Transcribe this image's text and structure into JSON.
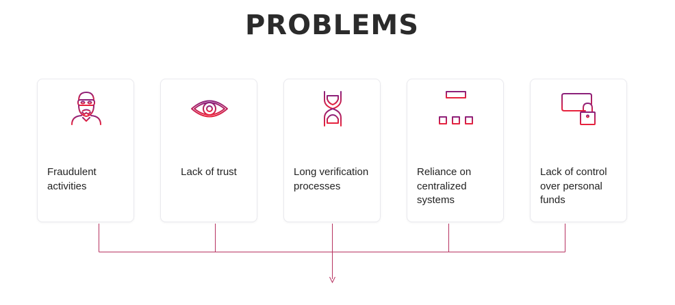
{
  "title": "PROBLEMS",
  "colors": {
    "gradient_start": "#e8213b",
    "gradient_end": "#8a1f7a",
    "connector": "#b6305f",
    "title": "#2b2b2b"
  },
  "cards": [
    {
      "label": "Fraudulent activities",
      "icon": "thief-icon"
    },
    {
      "label": "Lack of trust",
      "icon": "eye-icon"
    },
    {
      "label": "Long verification processes",
      "icon": "hourglass-icon"
    },
    {
      "label": "Reliance on centralized systems",
      "icon": "hierarchy-icon"
    },
    {
      "label": "Lack of control over personal funds",
      "icon": "card-lock-icon"
    }
  ]
}
